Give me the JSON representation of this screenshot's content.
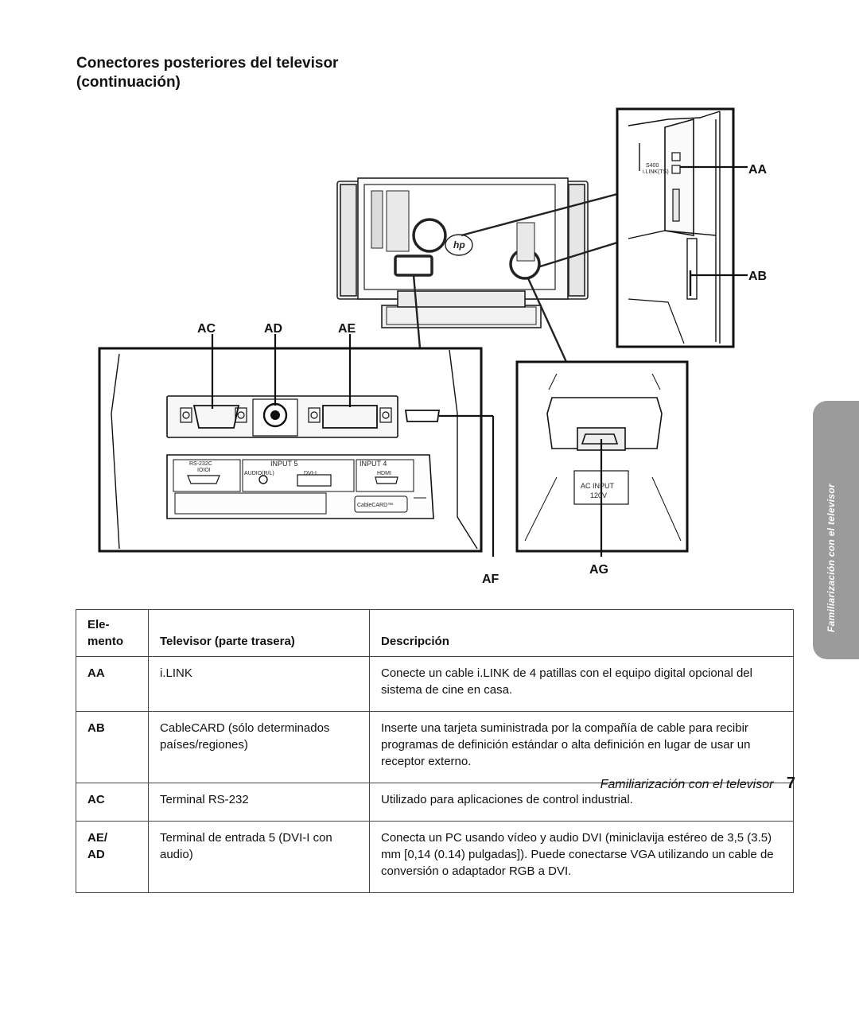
{
  "heading": {
    "line1": "Conectores posteriores del televisor",
    "line2": "(continuación)"
  },
  "figure": {
    "callouts": {
      "aa": "AA",
      "ab": "AB",
      "ac": "AC",
      "ad": "AD",
      "ae": "AE",
      "af": "AF",
      "ag": "AG"
    },
    "panel_labels": {
      "rs232c": "RS-232C",
      "rs232c_sub": "IOIOI",
      "input5": "INPUT 5",
      "input4": "INPUT 4",
      "audio_rl": "AUDIO(R/L)",
      "dvi_i": "DVI-I",
      "hdmi": "HDMI",
      "cablecard": "CableCARD™",
      "ac_input": "AC INPUT",
      "voltage": "120V",
      "ilink_s400": "S400",
      "ilink_tag": "i.LINK(TS)"
    }
  },
  "table": {
    "headers": {
      "element_line1": "Ele-",
      "element_line2": "mento",
      "part": "Televisor (parte trasera)",
      "description": "Descripción"
    },
    "rows": [
      {
        "code": "AA",
        "part": "i.LINK",
        "description": "Conecte un cable i.LINK de 4 patillas con el equipo digital opcional del sistema de cine en casa."
      },
      {
        "code": "AB",
        "part": "CableCARD (sólo determinados países/regiones)",
        "description": "Inserte una tarjeta suministrada por la compañía de cable para recibir programas de definición estándar o alta definición en lugar de usar un receptor externo."
      },
      {
        "code": "AC",
        "part": "Terminal RS-232",
        "description": "Utilizado para aplicaciones de control industrial."
      },
      {
        "code_line1": "AE/",
        "code_line2": "AD",
        "part": "Terminal de entrada 5 (DVI-I con audio)",
        "description": "Conecta un PC usando vídeo y audio DVI (miniclavija estéreo de 3,5 (3.5) mm [0,14 (0.14) pulgadas]). Puede conectarse VGA utilizando un cable de conversión o adaptador RGB a DVI."
      }
    ]
  },
  "side_tab": "Familiarización con el televisor",
  "footer": {
    "text": "Familiarización con el televisor",
    "page_number": "7"
  }
}
